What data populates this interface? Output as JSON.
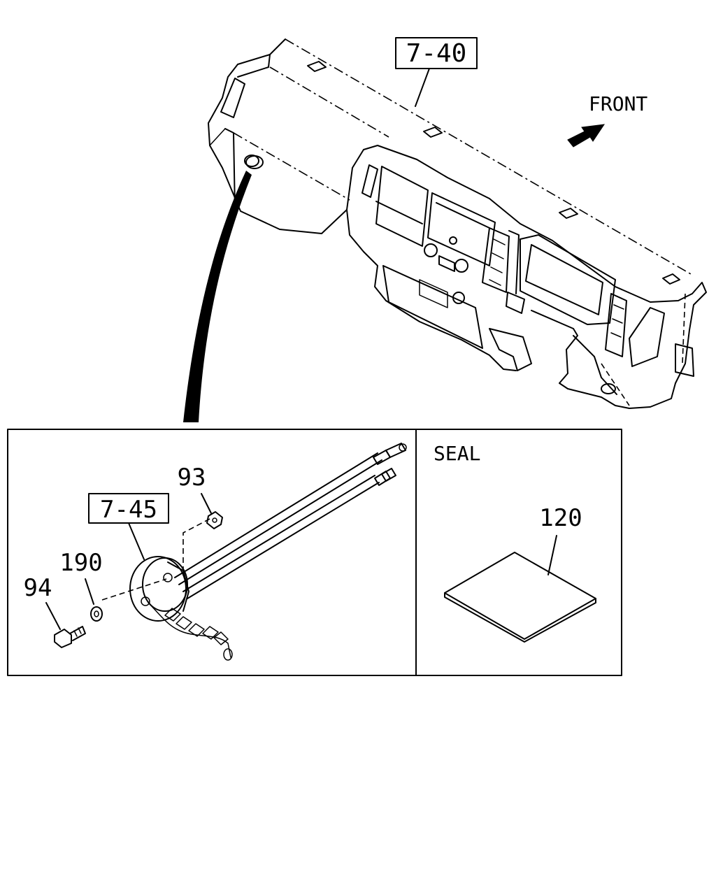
{
  "diagram": {
    "refs": {
      "dashboard_ref": "7-40",
      "assembly_ref": "7-45"
    },
    "direction_label": "FRONT",
    "seal_panel_title": "SEAL",
    "callouts": {
      "nut": "93",
      "washer": "190",
      "bolt": "94",
      "seal": "120"
    },
    "icons": [
      "front-arrow-icon"
    ]
  }
}
